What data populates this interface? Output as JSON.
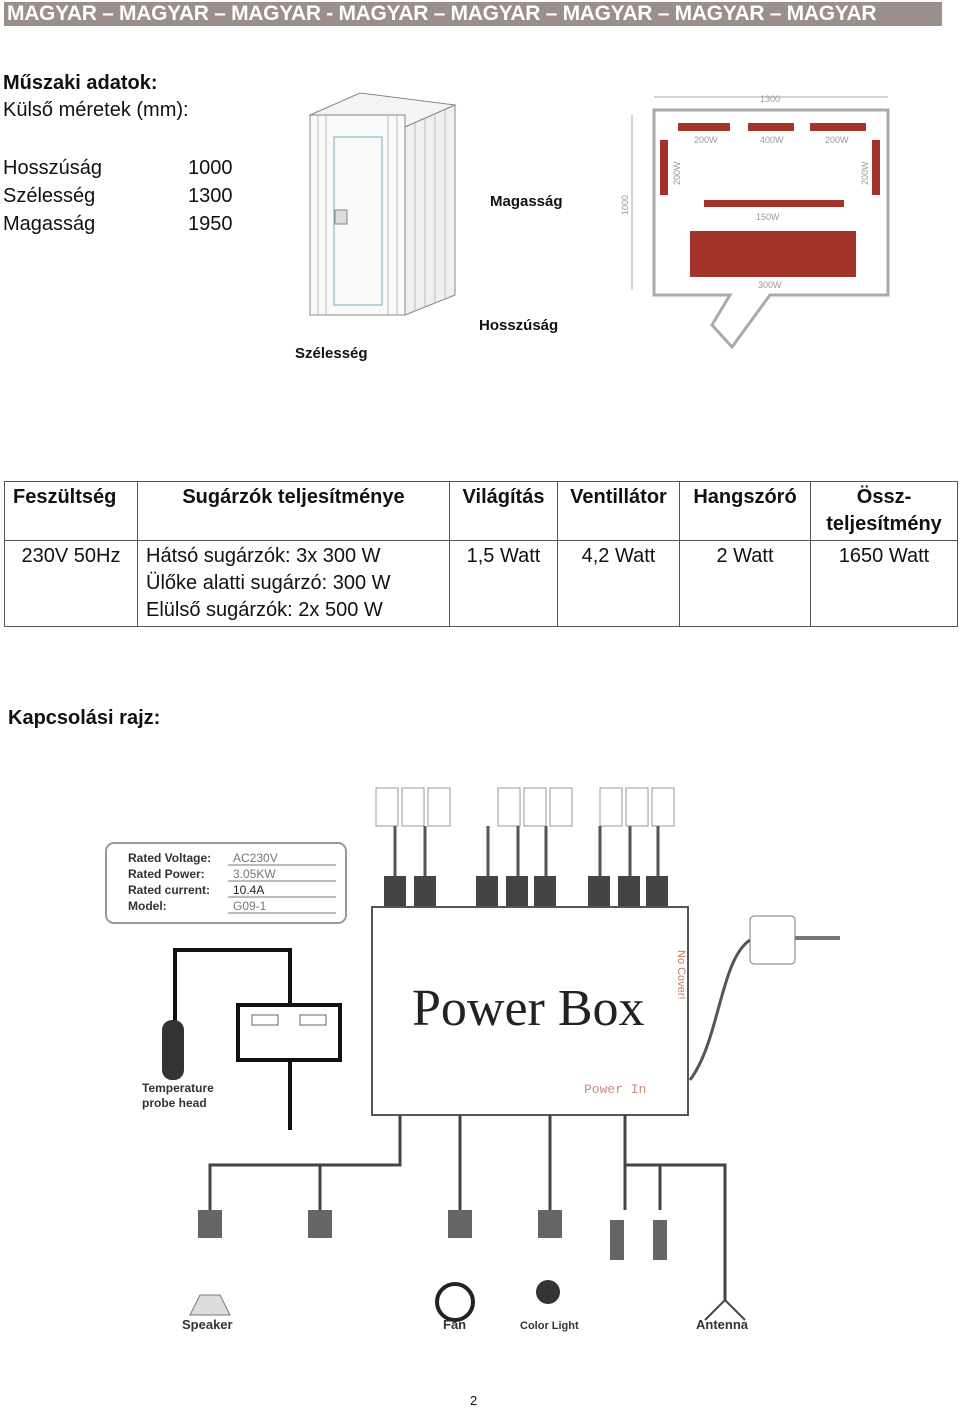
{
  "banner": "MAGYAR – MAGYAR – MAGYAR - MAGYAR – MAGYAR – MAGYAR – MAGYAR – MAGYAR",
  "specs": {
    "title": "Műszaki adatok:",
    "subtitle": "Külső méretek (mm):",
    "rows": [
      {
        "label": "Hosszúság",
        "value": "1000"
      },
      {
        "label": "Szélesség",
        "value": "1300"
      },
      {
        "label": "Magasság",
        "value": "1950"
      }
    ]
  },
  "cabin_labels": {
    "height": "Magasság",
    "length": "Hosszúság",
    "width": "Szélesség"
  },
  "floorplan": {
    "width": "1300",
    "depth": "1000",
    "heaters": [
      "200W",
      "400W",
      "200W",
      "200W",
      "200W",
      "150W",
      "300W"
    ]
  },
  "table": {
    "headers": [
      "Feszültség",
      "Sugárzók teljesítménye",
      "Világítás",
      "Ventillátor",
      "Hangszóró",
      "Össz-teljesítmény"
    ],
    "header_last_lines": [
      "Össz-",
      "teljesítmény"
    ],
    "row": {
      "voltage": "230V 50Hz",
      "heaters": [
        "Hátsó sugárzók: 3x 300 W",
        "Ülőke alatti sugárzó: 300 W",
        "Elülső sugárzók: 2x 500 W"
      ],
      "lighting": "1,5 Watt",
      "fan": "4,2 Watt",
      "speaker": "2 Watt",
      "total": "1650 Watt"
    }
  },
  "wiring": {
    "title": "Kapcsolási rajz:",
    "rating": [
      {
        "k": "Rated Voltage:",
        "v": "AC230V"
      },
      {
        "k": "Rated Power:",
        "v": "3.05KW"
      },
      {
        "k": "Rated current:",
        "v": "10.4A"
      },
      {
        "k": "Model:",
        "v": "G09-1"
      }
    ],
    "box_title": "Power Box",
    "power_in": "Power In",
    "no_cover": "No Cover!",
    "probe": [
      "Temperature",
      "probe head"
    ],
    "outputs": [
      "Speaker",
      "Fan",
      "Color Light",
      "Antenna"
    ]
  },
  "page_number": "2"
}
